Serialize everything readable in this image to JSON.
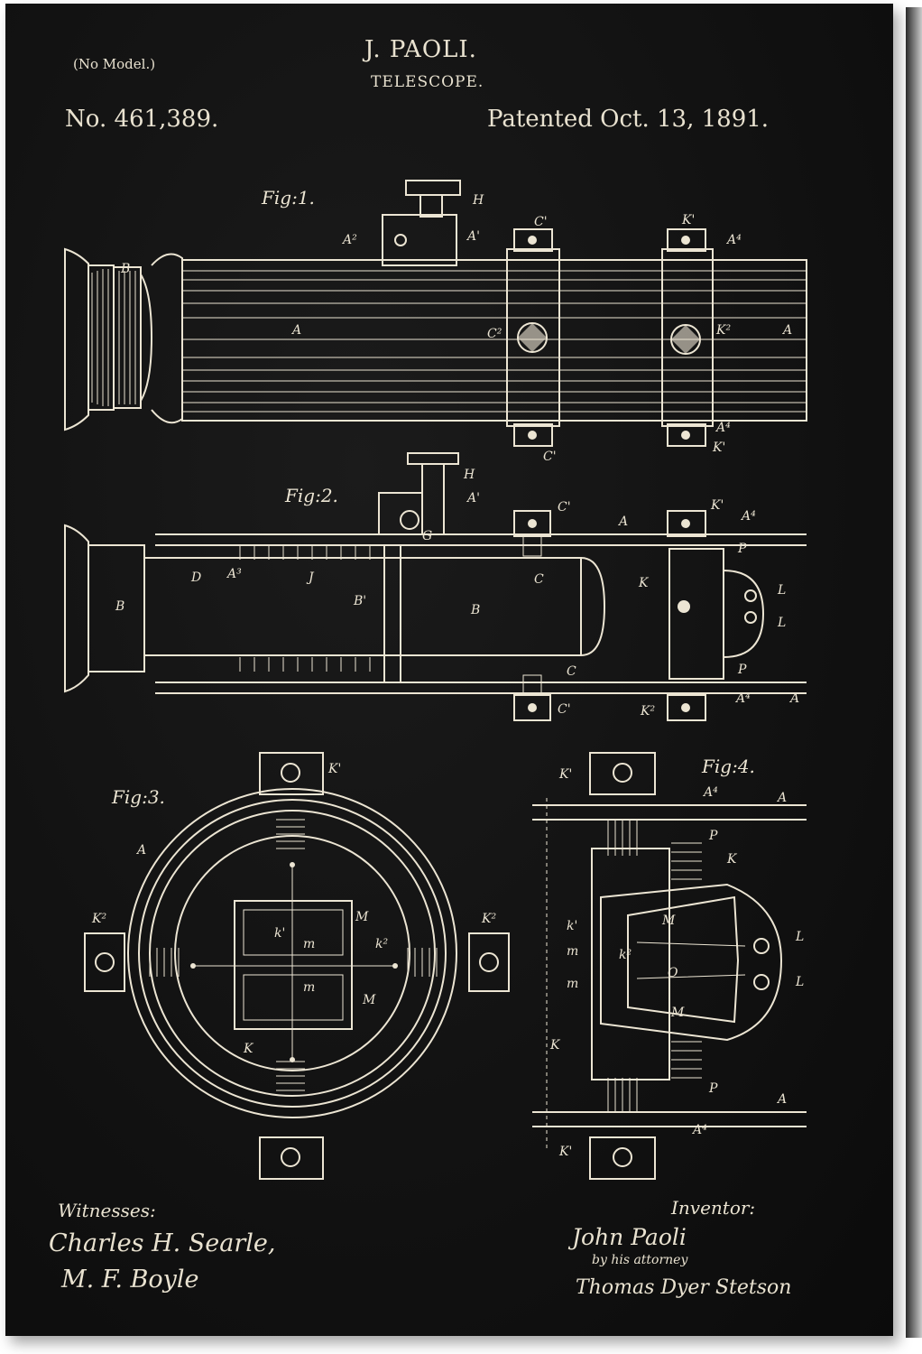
{
  "header": {
    "no_model": "(No Model.)",
    "inventor_name": "J. PAOLI.",
    "title": "TELESCOPE.",
    "patent_number": "No. 461,389.",
    "patent_date": "Patented Oct. 13, 1891."
  },
  "figures": {
    "fig1": "Fig:1.",
    "fig2": "Fig:2.",
    "fig3": "Fig:3.",
    "fig4": "Fig:4."
  },
  "labels": {
    "A": "A",
    "A1": "A'",
    "A2": "A²",
    "A3": "A³",
    "A4": "A⁴",
    "B": "B",
    "B1": "B'",
    "C": "C",
    "C1": "C'",
    "C2": "C²",
    "D": "D",
    "H": "H",
    "J": "J",
    "K": "K",
    "K1": "K'",
    "K2": "K²",
    "L": "L",
    "P": "P",
    "M": "M",
    "m": "m",
    "O": "O",
    "k1": "k'",
    "k2": "k²",
    "G": "G"
  },
  "footer": {
    "witnesses_label": "Witnesses:",
    "witness1": "Charles H. Searle,",
    "witness2": "M. F. Boyle",
    "inventor_label": "Inventor:",
    "inventor_signature": "John Paoli",
    "attorney_line": "by his attorney",
    "attorney_signature": "Thomas Dyer Stetson"
  },
  "colors": {
    "background": "#121212",
    "ink": "#ece5d3"
  }
}
